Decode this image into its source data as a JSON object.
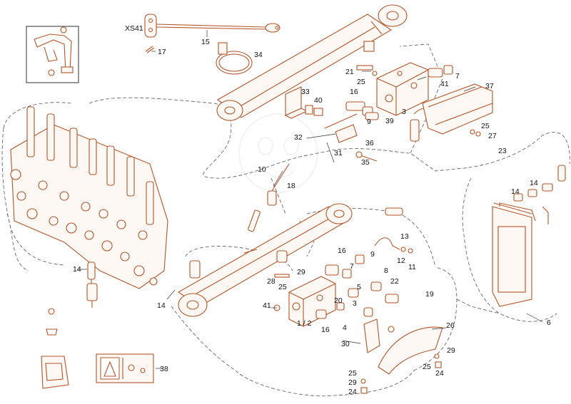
{
  "colors": {
    "line_art": "#b4552a",
    "text": "#111111",
    "background": "#ffffff",
    "dashed_group": "#555555"
  },
  "connector_label": "XS41",
  "callouts": [
    {
      "id": "c15",
      "text": "15"
    },
    {
      "id": "c17",
      "text": "17"
    },
    {
      "id": "c34",
      "text": "34"
    },
    {
      "id": "c21",
      "text": "21"
    },
    {
      "id": "c25a",
      "text": "25"
    },
    {
      "id": "c7a",
      "text": "7"
    },
    {
      "id": "c41a",
      "text": "41"
    },
    {
      "id": "c37",
      "text": "37"
    },
    {
      "id": "c16a",
      "text": "16"
    },
    {
      "id": "c33",
      "text": "33"
    },
    {
      "id": "c40",
      "text": "40"
    },
    {
      "id": "c3a",
      "text": "3"
    },
    {
      "id": "c39",
      "text": "39"
    },
    {
      "id": "c9a",
      "text": "9"
    },
    {
      "id": "c25b",
      "text": "25"
    },
    {
      "id": "c27",
      "text": "27"
    },
    {
      "id": "c32",
      "text": "32"
    },
    {
      "id": "c36",
      "text": "36"
    },
    {
      "id": "c23",
      "text": "23"
    },
    {
      "id": "c31",
      "text": "31"
    },
    {
      "id": "c35",
      "text": "35"
    },
    {
      "id": "c10",
      "text": "10"
    },
    {
      "id": "c18",
      "text": "18"
    },
    {
      "id": "c14a",
      "text": "14"
    },
    {
      "id": "c14b",
      "text": "14"
    },
    {
      "id": "c13",
      "text": "13"
    },
    {
      "id": "c16b",
      "text": "16"
    },
    {
      "id": "c9b",
      "text": "9"
    },
    {
      "id": "c12",
      "text": "12"
    },
    {
      "id": "c11",
      "text": "11"
    },
    {
      "id": "c7b",
      "text": "7"
    },
    {
      "id": "c8",
      "text": "8"
    },
    {
      "id": "c14c",
      "text": "14"
    },
    {
      "id": "c29a",
      "text": "29"
    },
    {
      "id": "c28",
      "text": "28"
    },
    {
      "id": "c25c",
      "text": "25"
    },
    {
      "id": "c5",
      "text": "5"
    },
    {
      "id": "c22",
      "text": "22"
    },
    {
      "id": "c19",
      "text": "19"
    },
    {
      "id": "c20",
      "text": "20"
    },
    {
      "id": "c3b",
      "text": "3"
    },
    {
      "id": "c41b",
      "text": "41"
    },
    {
      "id": "c14d",
      "text": "14"
    },
    {
      "id": "c12b",
      "text": "1 / 2"
    },
    {
      "id": "c16c",
      "text": "16"
    },
    {
      "id": "c4",
      "text": "4"
    },
    {
      "id": "c6",
      "text": "6"
    },
    {
      "id": "c26",
      "text": "26"
    },
    {
      "id": "c30",
      "text": "30"
    },
    {
      "id": "c29b",
      "text": "29"
    },
    {
      "id": "c25d",
      "text": "25"
    },
    {
      "id": "c24a",
      "text": "24"
    },
    {
      "id": "c38",
      "text": "38"
    },
    {
      "id": "c25e",
      "text": "25"
    },
    {
      "id": "c29c",
      "text": "29"
    },
    {
      "id": "c24b",
      "text": "24"
    }
  ]
}
